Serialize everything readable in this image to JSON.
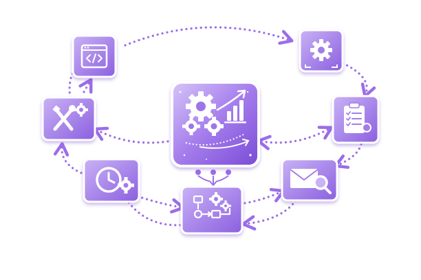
{
  "diagram": {
    "colors": {
      "tile_light": "#c9b2f5",
      "tile_dark": "#8b5fe0",
      "tile_border": "#ffffff",
      "glyph": "#ffffff",
      "connector": "#9b6de8",
      "sparkle": "#ffffff"
    },
    "nodes": [
      {
        "id": "center",
        "icon": "gears-growth-chart-icon"
      },
      {
        "id": "code",
        "icon": "code-window-icon"
      },
      {
        "id": "settings",
        "icon": "gear-icon"
      },
      {
        "id": "tools",
        "icon": "wrench-screwdriver-icon"
      },
      {
        "id": "checklist",
        "icon": "clipboard-checklist-icon"
      },
      {
        "id": "schedule",
        "icon": "clock-gear-icon"
      },
      {
        "id": "email-search",
        "icon": "envelope-search-icon"
      },
      {
        "id": "workflow",
        "icon": "workflow-gears-icon"
      }
    ],
    "connections": [
      {
        "from": "code",
        "to": "settings"
      },
      {
        "from": "settings",
        "to": "checklist"
      },
      {
        "from": "checklist",
        "to": "email-search"
      },
      {
        "from": "email-search",
        "to": "workflow"
      },
      {
        "from": "workflow",
        "to": "schedule"
      },
      {
        "from": "schedule",
        "to": "tools"
      },
      {
        "from": "tools",
        "to": "code"
      },
      {
        "from": "center",
        "to": "tools"
      },
      {
        "from": "center",
        "to": "checklist"
      },
      {
        "from": "workflow",
        "to": "center"
      }
    ]
  }
}
